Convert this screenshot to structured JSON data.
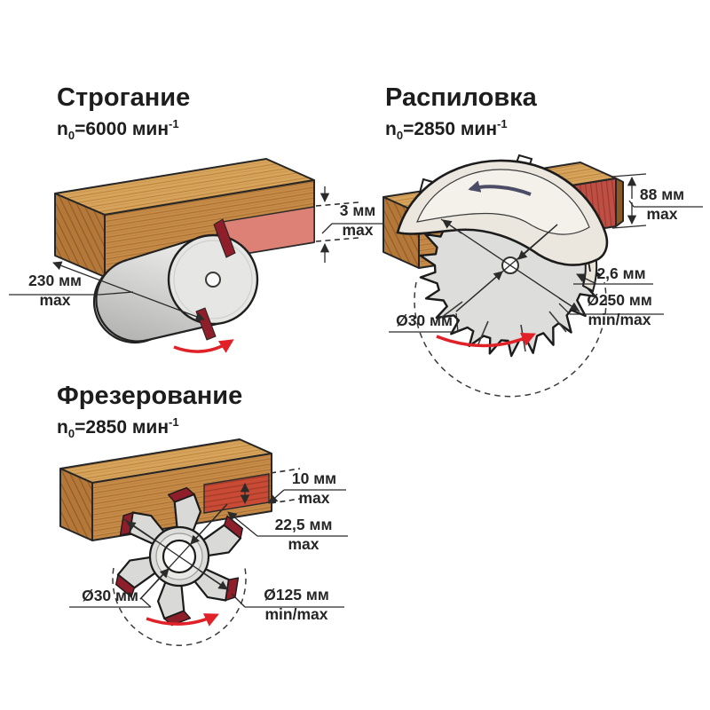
{
  "sections": {
    "planing": {
      "title": "Строгание",
      "speed": {
        "base": "n",
        "sub": "0",
        "mid": "=6000 мин",
        "sup": "-1"
      },
      "dims": {
        "depth": {
          "value": "3 мм",
          "qualifier": "max"
        },
        "width": {
          "value": "230 мм",
          "qualifier": "max"
        }
      }
    },
    "sawing": {
      "title": "Распиловка",
      "speed": {
        "base": "n",
        "sub": "0",
        "mid": "=2850 мин",
        "sup": "-1"
      },
      "dims": {
        "cut_height": {
          "value": "88 мм",
          "qualifier": "max"
        },
        "kerf_width": {
          "value": "2,6 мм"
        },
        "blade_diameter": {
          "value": "Ø250 мм",
          "qualifier": "min/max"
        },
        "bore_diameter": {
          "value": "Ø30 мм"
        }
      }
    },
    "milling": {
      "title": "Фрезерование",
      "speed": {
        "base": "n",
        "sub": "0",
        "mid": "=2850 мин",
        "sup": "-1"
      },
      "dims": {
        "cut_depth": {
          "value": "10 мм",
          "qualifier": "max"
        },
        "cut_width": {
          "value": "22,5 мм",
          "qualifier": "max"
        },
        "bore_diameter": {
          "value": "Ø30 мм"
        },
        "cutter_diameter": {
          "value": "Ø125 мм",
          "qualifier": "min/max"
        }
      }
    }
  },
  "colors": {
    "rotation_arrow": "#e02128",
    "wood_top": "#d7a45c",
    "wood_front": "#c88c49",
    "cut_planing": "#dd8076",
    "cut_sawing": "#bf4f44",
    "cut_milling": "#c94b35",
    "metal": "#dddddc",
    "blade_tip": "#8e1e2a",
    "dimension_line": "#2b2b2b"
  }
}
